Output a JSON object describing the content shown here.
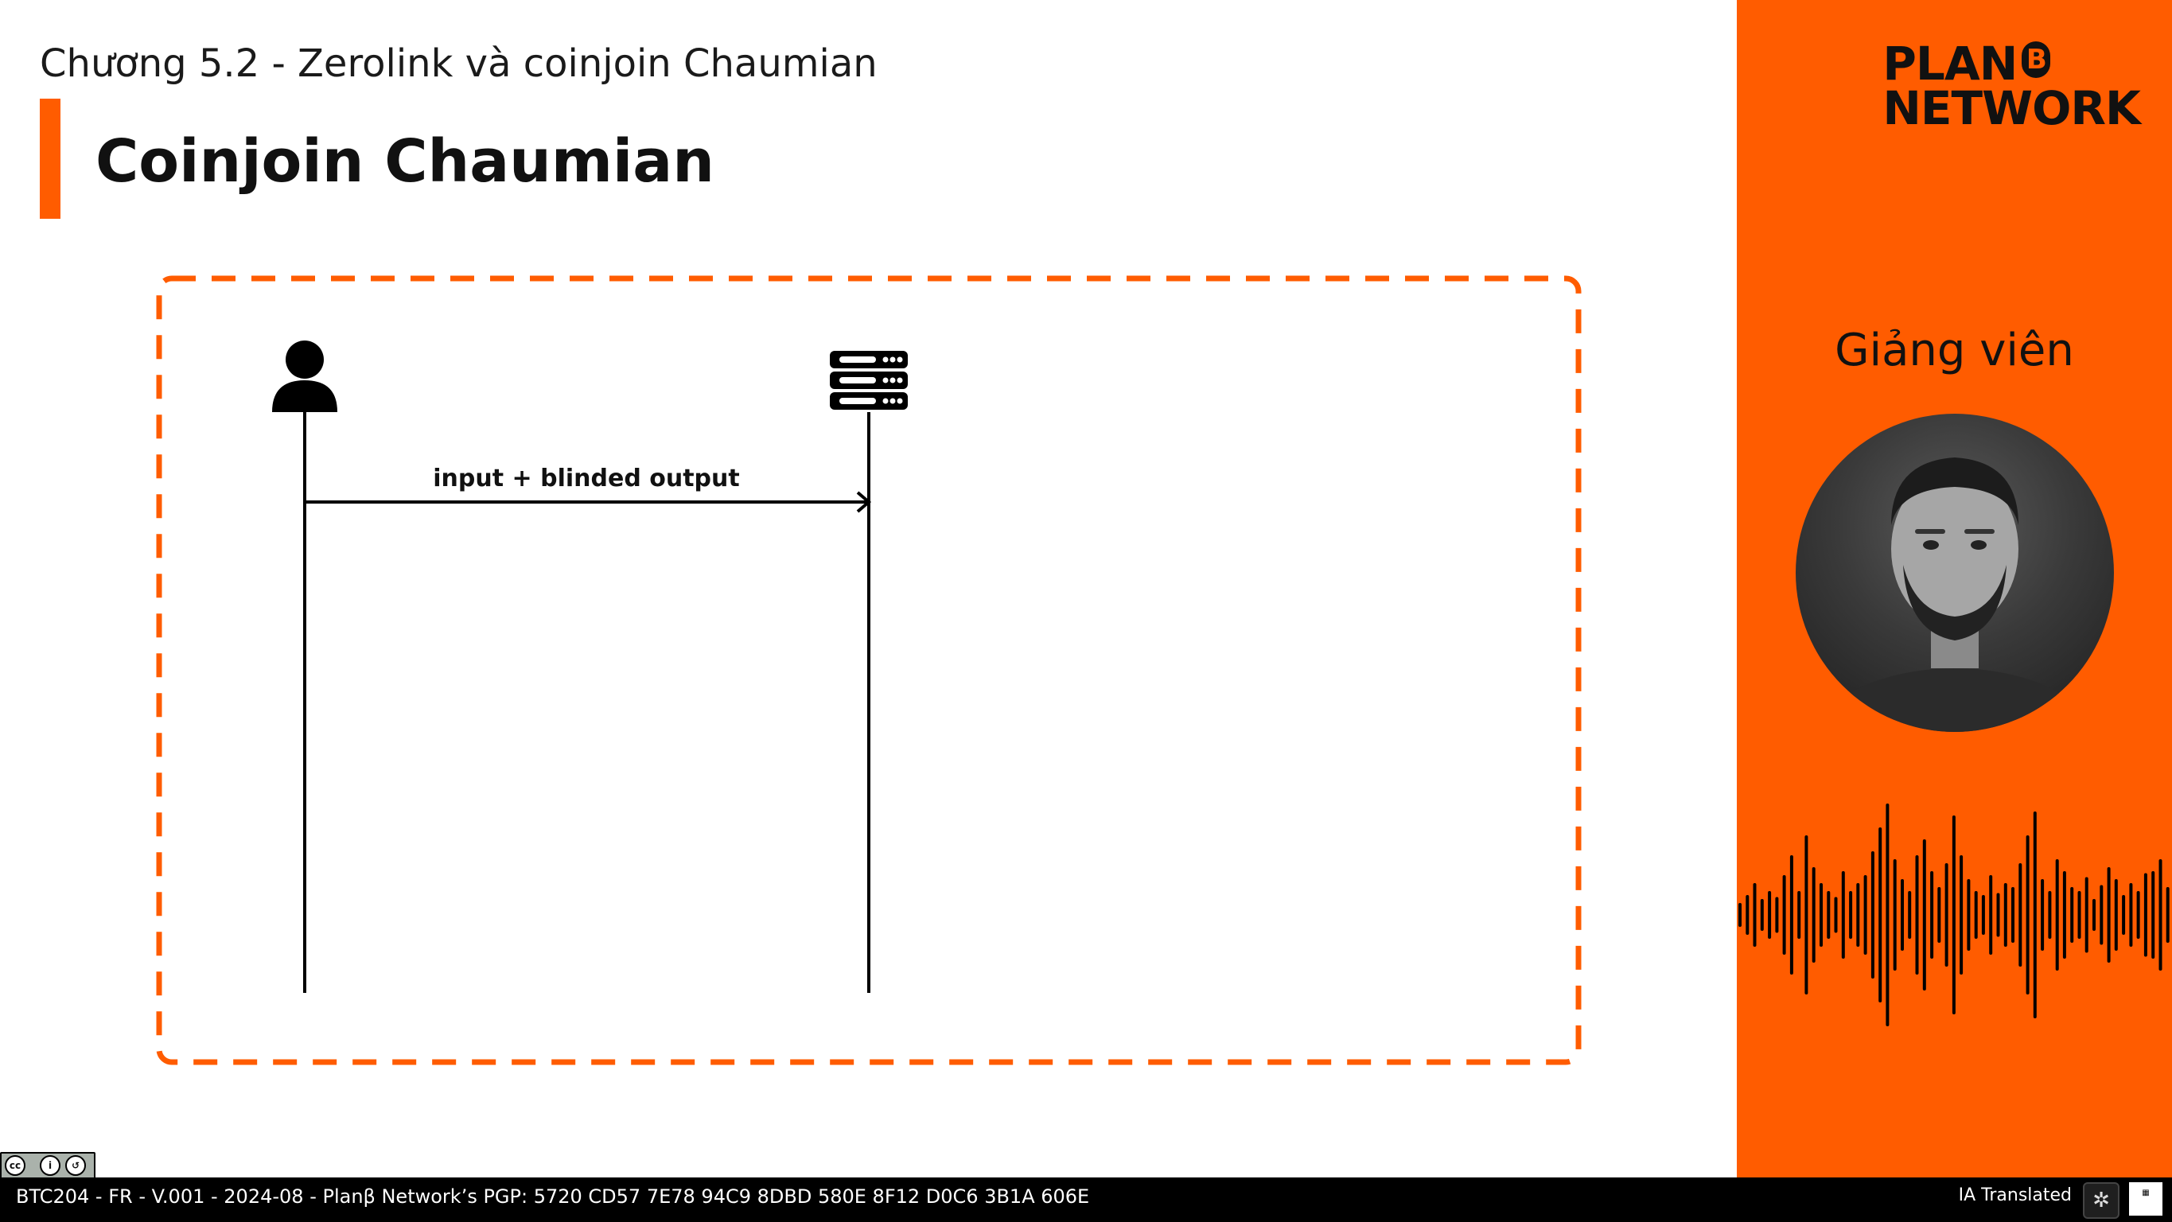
{
  "header": {
    "chapter": "Chương 5.2 - Zerolink và coinjoin Chaumian",
    "title": "Coinjoin Chaumian"
  },
  "diagram": {
    "message_label": "input + blinded output",
    "participants": [
      "user-icon",
      "server-icon"
    ],
    "accent_color": "#ff5c00"
  },
  "sidebar": {
    "logo_line1": "PLAN",
    "logo_coin": "B",
    "logo_line2": "NETWORK",
    "instructor_label": "Giảng viên"
  },
  "footer": {
    "info": "BTC204 - FR - V.001 - 2024-08 - Planβ Network’s PGP: 5720 CD57 7E78 94C9 8DBD 580E 8F12 D0C6 3B1A 606E",
    "translated": "IA Translated",
    "license": "cc-by-sa-icon"
  },
  "colors": {
    "brand_orange": "#ff5c00",
    "footer_bg": "#000000"
  }
}
